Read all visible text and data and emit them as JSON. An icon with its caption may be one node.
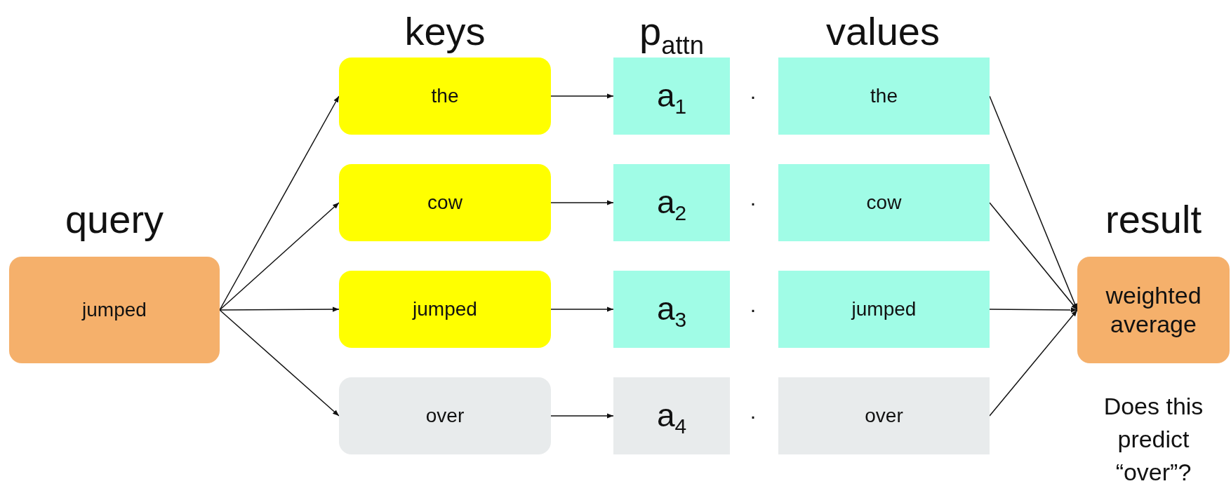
{
  "diagram": {
    "nodes": [
      {
        "text": [
          "query",
          "jumped"
        ]
      },
      {
        "text": [
          "the"
        ]
      },
      {
        "text": [
          "cow"
        ]
      },
      {
        "text": [
          "jumped"
        ]
      },
      {
        "text": [
          "over"
        ]
      },
      {
        "text": [
          "a$_{1}$"
        ]
      },
      {
        "text": [
          "a$_{2}$"
        ]
      },
      {
        "text": [
          "a$_{3}$"
        ]
      },
      {
        "text": [
          "a$_{4}$"
        ]
      },
      {
        "text": [
          "the"
        ]
      },
      {
        "text": [
          "cow"
        ]
      },
      {
        "text": [
          "jumped"
        ]
      },
      {
        "text": [
          "over"
        ]
      },
      {
        "text": [
          "result",
          "weighted average"
        ],
        "beside": [
          "Does this predict “over”?"
        ]
      }
    ],
    "edges": [
      {
        "from": 0,
        "to": 1,
        "arrow": "to"
      },
      {
        "from": 0,
        "to": 2,
        "arrow": "to"
      },
      {
        "from": 0,
        "to": 3,
        "arrow": "to"
      },
      {
        "from": 0,
        "to": 4,
        "arrow": "to"
      },
      {
        "from": 1,
        "to": 5,
        "arrow": "to"
      },
      {
        "from": 2,
        "to": 6,
        "arrow": "to"
      },
      {
        "from": 3,
        "to": 7,
        "arrow": "to"
      },
      {
        "from": 4,
        "to": 8,
        "arrow": "to"
      },
      {
        "from": 9,
        "to": 13,
        "arrow": "to"
      },
      {
        "from": 10,
        "to": 13,
        "arrow": "to"
      },
      {
        "from": 11,
        "to": 13,
        "arrow": "to"
      },
      {
        "from": 12,
        "to": 13,
        "arrow": "to"
      }
    ],
    "labels": [
      "keys",
      "p$_{attn}$",
      "values",
      "·",
      "·",
      "·",
      "·"
    ]
  }
}
